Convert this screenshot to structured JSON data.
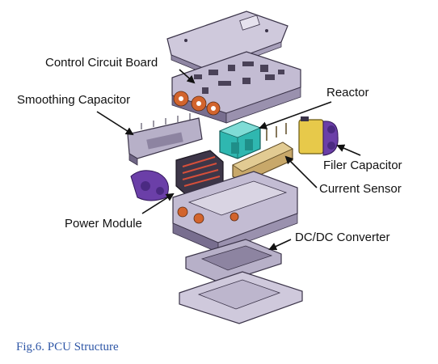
{
  "labels": {
    "control_circuit_board": "Control Circuit Board",
    "smoothing_capacitor": "Smoothing Capacitor",
    "reactor": "Reactor",
    "filer_capacitor": "Filer Capacitor",
    "current_sensor": "Current Sensor",
    "power_module": "Power Module",
    "dcdc_converter": "DC/DC Converter"
  },
  "caption": "Fig.6. PCU Structure",
  "colors": {
    "caption": "#2e56a6",
    "housing": "#c9c3d8",
    "housing_dark": "#6f6585",
    "outline": "#3a3348",
    "copper": "#d2642d",
    "reactor": "#2fb7b0",
    "current_sensor": "#c8a86a",
    "capacitor_yellow": "#e7c94a",
    "purple_part": "#6b3fa8",
    "arrow": "#111111"
  }
}
